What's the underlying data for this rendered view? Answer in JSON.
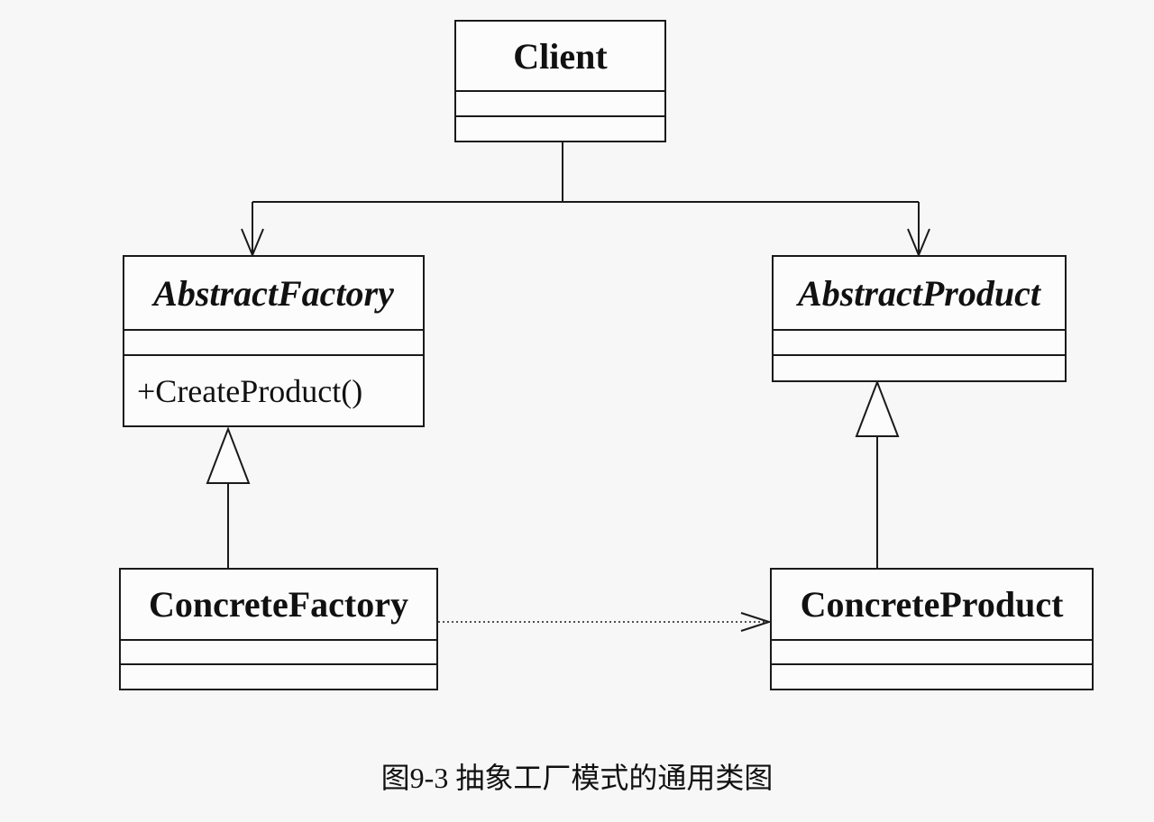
{
  "classes": {
    "client": {
      "name": "Client",
      "attributes": "",
      "operations": ""
    },
    "abstract_factory": {
      "name": "AbstractFactory",
      "attributes": "",
      "operations": "+CreateProduct()"
    },
    "abstract_product": {
      "name": "AbstractProduct",
      "attributes": "",
      "operations": ""
    },
    "concrete_factory": {
      "name": "ConcreteFactory",
      "attributes": "",
      "operations": ""
    },
    "concrete_product": {
      "name": "ConcreteProduct",
      "attributes": "",
      "operations": ""
    }
  },
  "relationships": [
    {
      "from": "Client",
      "to": "AbstractFactory",
      "kind": "association"
    },
    {
      "from": "Client",
      "to": "AbstractProduct",
      "kind": "association"
    },
    {
      "from": "ConcreteFactory",
      "to": "AbstractFactory",
      "kind": "generalization"
    },
    {
      "from": "ConcreteProduct",
      "to": "AbstractProduct",
      "kind": "generalization"
    },
    {
      "from": "ConcreteFactory",
      "to": "ConcreteProduct",
      "kind": "dependency"
    }
  ],
  "caption": "图9-3 抽象工厂模式的通用类图"
}
